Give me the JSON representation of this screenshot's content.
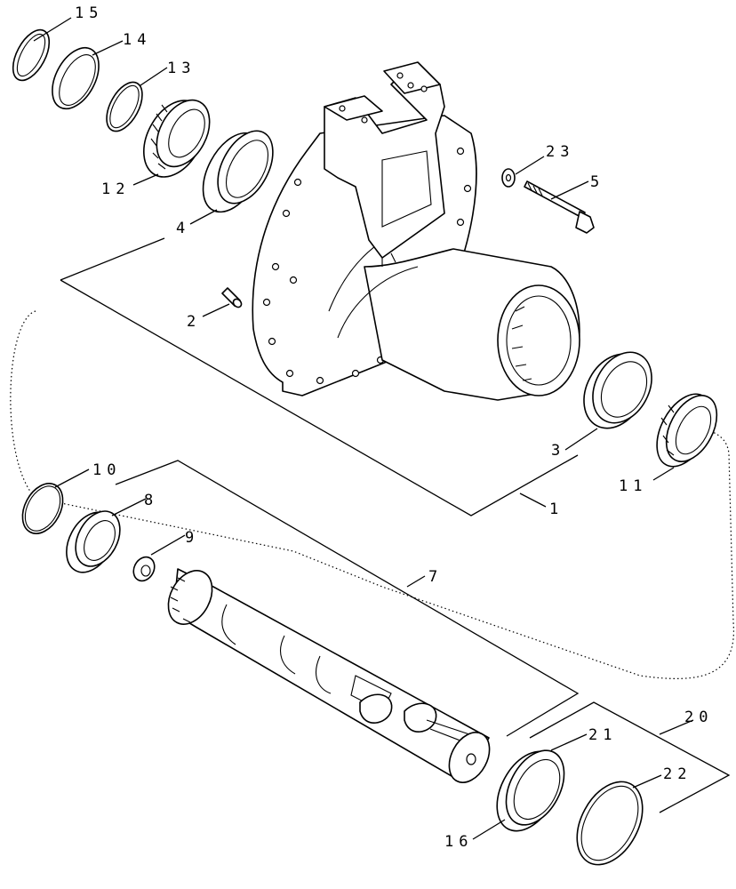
{
  "title": "",
  "colors": {
    "line": "#000000",
    "background": "#ffffff"
  },
  "callouts": {
    "c1": "1",
    "c2": "2",
    "c3": "3",
    "c4": "4",
    "c5": "5",
    "c7": "7",
    "c8": "8",
    "c9": "9",
    "c10": "10",
    "c11": "11",
    "c12": "12",
    "c13": "13",
    "c14": "14",
    "c15": "15",
    "c16": "16",
    "c20": "20",
    "c21": "21",
    "c22": "22",
    "c23": "23"
  }
}
